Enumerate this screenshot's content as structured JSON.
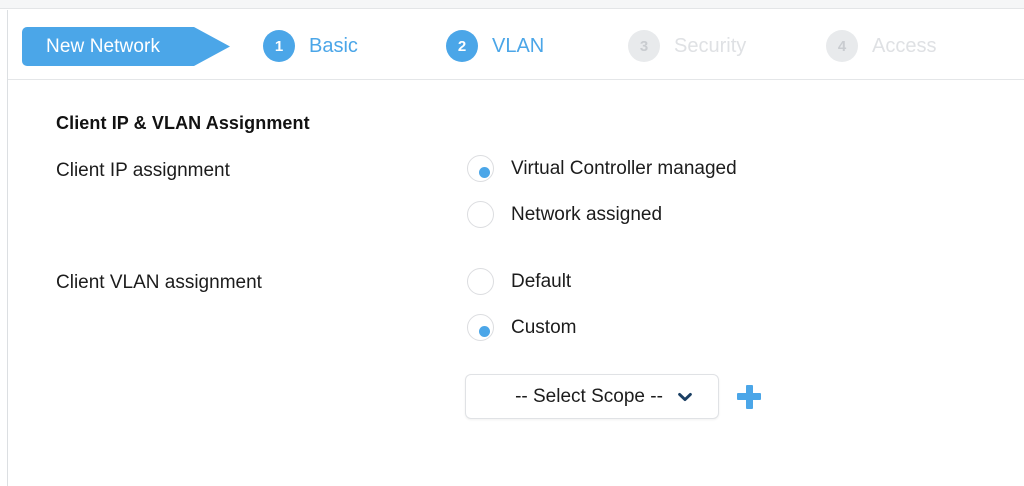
{
  "wizard": {
    "tab_label": "New Network",
    "steps": [
      {
        "number": "1",
        "label": "Basic",
        "state": "done"
      },
      {
        "number": "2",
        "label": "VLAN",
        "state": "active"
      },
      {
        "number": "3",
        "label": "Security",
        "state": "inactive"
      },
      {
        "number": "4",
        "label": "Access",
        "state": "inactive"
      }
    ]
  },
  "content": {
    "section_title": "Client IP & VLAN Assignment",
    "ip_assignment": {
      "label": "Client IP assignment",
      "options": [
        {
          "label": "Virtual Controller managed",
          "selected": true
        },
        {
          "label": "Network assigned",
          "selected": false
        }
      ]
    },
    "vlan_assignment": {
      "label": "Client VLAN assignment",
      "options": [
        {
          "label": "Default",
          "selected": false
        },
        {
          "label": "Custom",
          "selected": true
        }
      ]
    },
    "scope_select": {
      "value": "-- Select Scope --",
      "chevron_icon": "chevron-down-icon",
      "add_icon": "plus-icon"
    }
  },
  "colors": {
    "accent_blue": "#4ba6e8",
    "chevron_navy": "#1b3f63",
    "inactive_gray": "#dfe1e4",
    "text": "#1c1c1c"
  }
}
